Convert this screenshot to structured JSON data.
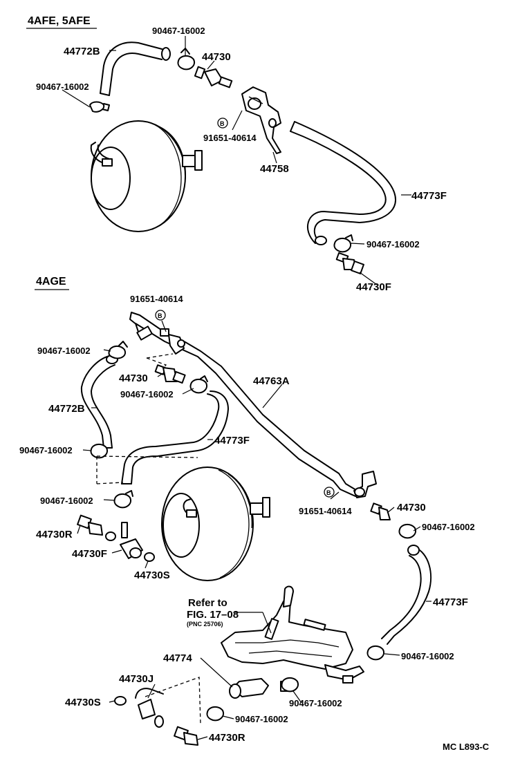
{
  "sections": {
    "top": "4AFE, 5AFE",
    "bottom": "4AGE"
  },
  "labels": {
    "t_44772B": "44772B",
    "t_clamp_a": "90467-16002",
    "t_44730": "44730",
    "t_clamp_b": "90467-16002",
    "t_bolt_badge": "B",
    "t_91651": "91651-40614",
    "t_44758": "44758",
    "t_44773F": "44773F",
    "t_clamp_c": "90467-16002",
    "t_44730F": "44730F",
    "b_91651_a": "91651-40614",
    "b_badge_a": "B",
    "b_clamp_a": "90467-16002",
    "b_44730": "44730",
    "b_clamp_b": "90467-16002",
    "b_44763A": "44763A",
    "b_44772B": "44772B",
    "b_44773F": "44773F",
    "b_clamp_c": "90467-16002",
    "b_clamp_d": "90467-16002",
    "b_badge_b": "B",
    "b_91651_b": "91651-40614",
    "b_44730_r": "44730",
    "b_clamp_e": "90467-16002",
    "b_44730R": "44730R",
    "b_44730F": "44730F",
    "b_44730S": "44730S",
    "b_refer1": "Refer to",
    "b_refer2": "FIG. 17–08",
    "b_refer3": "(PNC 25706)",
    "b_44773F_r": "44773F",
    "b_clamp_f": "90467-16002",
    "b_44774": "44774",
    "b_44730J": "44730J",
    "b_44730S_2": "44730S",
    "b_clamp_g": "90467-16002",
    "b_clamp_h": "90467-16002",
    "b_44730R_2": "44730R",
    "footer_code": "MC L893-C"
  }
}
